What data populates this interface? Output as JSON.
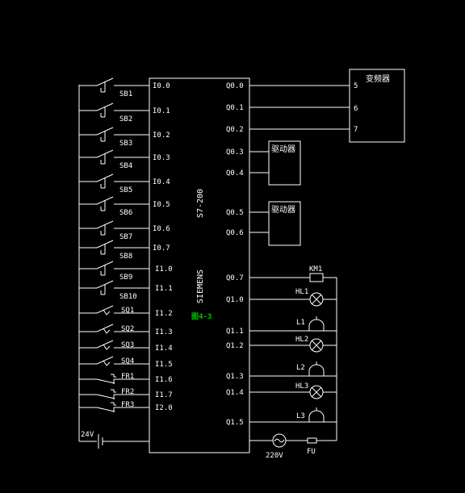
{
  "plc": {
    "model": "S7-200",
    "brand": "SIEMENS",
    "tag": "图4-3",
    "inputs": [
      "I0.0",
      "I0.1",
      "I0.2",
      "I0.3",
      "I0.4",
      "I0.5",
      "I0.6",
      "I0.7",
      "I1.0",
      "I1.1",
      "I1.2",
      "I1.3",
      "I1.4",
      "I1.5",
      "I1.6",
      "I1.7",
      "I2.0"
    ],
    "outputs": [
      "Q0.0",
      "Q0.1",
      "Q0.2",
      "Q0.3",
      "Q0.4",
      "Q0.5",
      "Q0.6",
      "Q0.7",
      "Q1.0",
      "Q1.1",
      "Q1.2",
      "Q1.3",
      "Q1.4",
      "Q1.5"
    ]
  },
  "input_devices": [
    "SB1",
    "SB2",
    "SB3",
    "SB4",
    "SB5",
    "SB6",
    "SB7",
    "SB8",
    "SB9",
    "SB10",
    "SQ1",
    "SQ2",
    "SQ3",
    "SQ4",
    "FR1",
    "FR2",
    "FR3"
  ],
  "supply_dc": "24V",
  "inverter": {
    "title": "变频器",
    "terminals": [
      "5",
      "6",
      "7"
    ]
  },
  "drivers": [
    "驱动器",
    "驱动器"
  ],
  "loads": [
    "KM1",
    "HL1",
    "L1",
    "HL2",
    "L2",
    "HL3",
    "L3"
  ],
  "supply_ac": "220V",
  "fuse": "FU",
  "colors": {
    "background": "#000000",
    "line": "#ffffff",
    "tag": "#00c800"
  }
}
